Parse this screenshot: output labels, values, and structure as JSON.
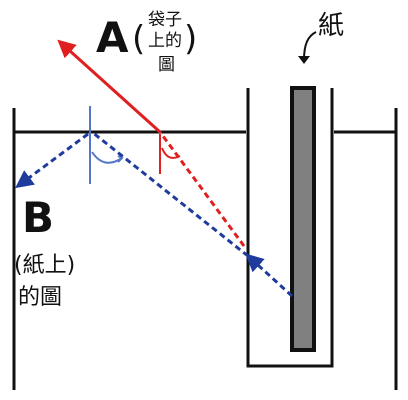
{
  "labels": {
    "a_letter": "A",
    "a_paren_open": "(",
    "a_paren_close": ")",
    "a_line1": "袋子",
    "a_line2": "上的",
    "a_line3": "圖",
    "b_letter": "B",
    "b_line1": "(紙上)",
    "b_line2": "的圖",
    "paper": "紙"
  },
  "colors": {
    "ray_red": "#e02020",
    "ray_blue": "#1f3c9c",
    "normal_blue": "#5576c8",
    "normal_red": "#e02020",
    "outline": "#111111",
    "paper_strip": "#808080"
  }
}
